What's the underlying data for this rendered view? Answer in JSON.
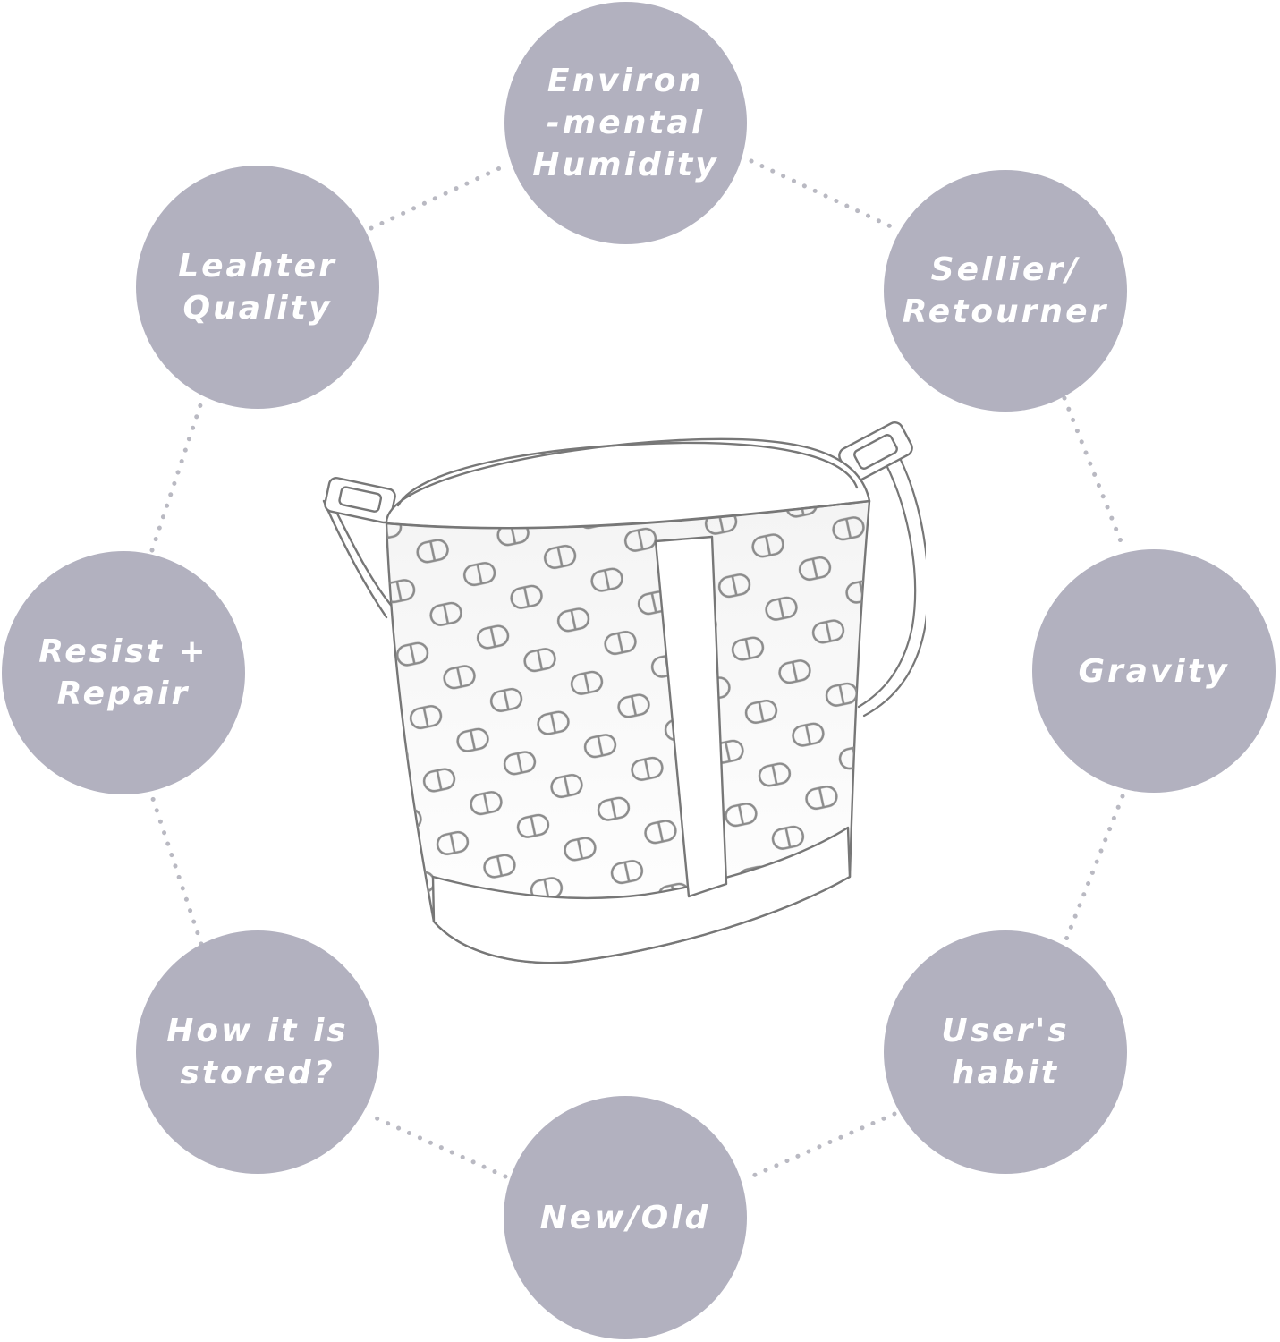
{
  "diagram": {
    "circle_color": "#b2b1bf",
    "connector_color": "#b9b9c2",
    "center_image": "bag-illustration",
    "factors": [
      {
        "id": "environmental-humidity",
        "label": "Environ\n-mental\nHumidity"
      },
      {
        "id": "sellier-retourner",
        "label": "Sellier/\nRetourner"
      },
      {
        "id": "gravity",
        "label": "Gravity"
      },
      {
        "id": "users-habit",
        "label": "User's\nhabit"
      },
      {
        "id": "new-old",
        "label": "New/Old"
      },
      {
        "id": "how-stored",
        "label": "How it is\nstored?"
      },
      {
        "id": "resist-repair",
        "label": "Resist +\nRepair"
      },
      {
        "id": "leather-quality",
        "label": "Leahter\nQuality"
      }
    ]
  }
}
